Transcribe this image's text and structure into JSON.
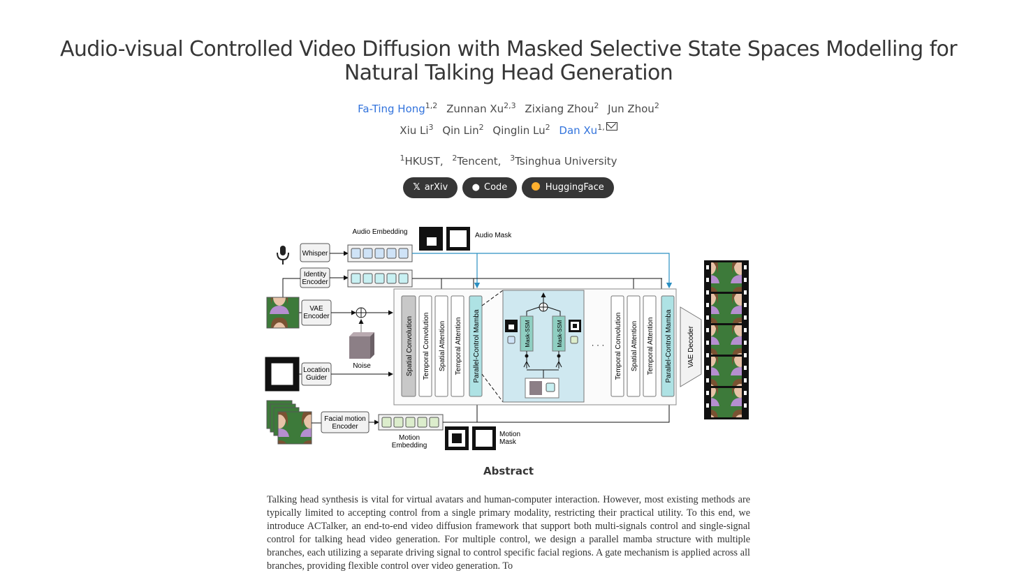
{
  "title": "Audio-visual Controlled Video Diffusion with Masked Selective State Spaces Modelling for Natural Talking Head Generation",
  "authors_row1": [
    {
      "name": "Fa-Ting Hong",
      "sup": "1,2",
      "link": true
    },
    {
      "name": "Zunnan Xu",
      "sup": "2,3",
      "link": false
    },
    {
      "name": "Zixiang Zhou",
      "sup": "2",
      "link": false
    },
    {
      "name": "Jun Zhou",
      "sup": "2",
      "link": false
    }
  ],
  "authors_row2": [
    {
      "name": "Xiu Li",
      "sup": "3",
      "link": false
    },
    {
      "name": "Qin Lin",
      "sup": "2",
      "link": false
    },
    {
      "name": "Qinglin Lu",
      "sup": "2",
      "link": false
    },
    {
      "name": "Dan Xu",
      "sup": "1,",
      "link": true
    }
  ],
  "affiliations": [
    {
      "sup": "1",
      "name": "HKUST,"
    },
    {
      "sup": "2",
      "name": "Tencent,"
    },
    {
      "sup": "3",
      "name": "Tsinghua University"
    }
  ],
  "buttons": [
    {
      "label": "arXiv",
      "icon": "x-icon"
    },
    {
      "label": "Code",
      "icon": "github-icon"
    },
    {
      "label": "HuggingFace",
      "icon": "huggingface-icon"
    }
  ],
  "figure": {
    "audio_embedding": "Audio Embedding",
    "audio_mask": "Audio Mask",
    "whisper": "Whisper",
    "identity_encoder": "Identity Encoder",
    "vae_encoder": "VAE Encoder",
    "noise": "Noise",
    "location_guider": "Location Guider",
    "facial_motion_encoder": "Facial motion Encoder",
    "motion_embedding": "Motion Embedding",
    "motion_mask": "Motion Mask",
    "spatial_convolution": "Spatial Convolution",
    "temporal_convolution": "Temporal Convolution",
    "spatial_attention": "Spatial Attention",
    "temporal_attention": "Temporal Attention",
    "parallel_control_mamba": "Parallel-Control Mamba",
    "mask_ssm": "Mask-SSM",
    "vae_decoder": "VAE Decoder",
    "ellipsis": "· · ·"
  },
  "abstract_heading": "Abstract",
  "abstract_text": "Talking head synthesis is vital for virtual avatars and human-computer interaction. However, most existing methods are typically limited to accepting control from a single primary modality, restricting their practical utility. To this end, we introduce ACTalker, an end-to-end video diffusion framework that support both multi-signals control and single-signal control for talking head video generation. For multiple control, we design a parallel mamba structure with multiple branches, each utilizing a separate driving signal to control specific facial regions. A gate mechanism is applied across all branches, providing flexible control over video generation. To"
}
